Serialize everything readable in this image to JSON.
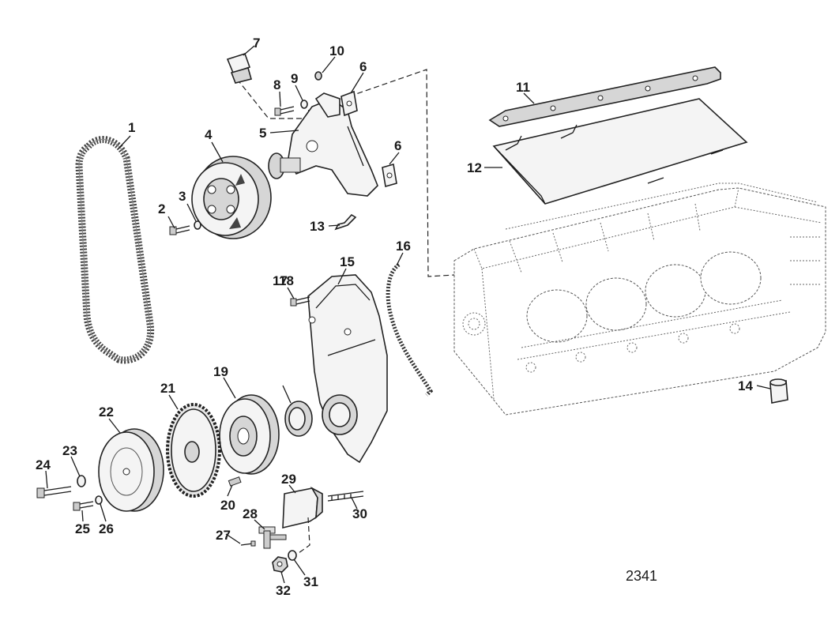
{
  "figure_number": "2341",
  "callouts": [
    {
      "n": "1"
    },
    {
      "n": "2"
    },
    {
      "n": "3"
    },
    {
      "n": "4"
    },
    {
      "n": "5"
    },
    {
      "n": "6"
    },
    {
      "n": "6"
    },
    {
      "n": "7"
    },
    {
      "n": "8"
    },
    {
      "n": "9"
    },
    {
      "n": "10"
    },
    {
      "n": "11"
    },
    {
      "n": "12"
    },
    {
      "n": "13"
    },
    {
      "n": "14"
    },
    {
      "n": "15"
    },
    {
      "n": "16"
    },
    {
      "n": "17"
    },
    {
      "n": "18"
    },
    {
      "n": "19"
    },
    {
      "n": "20"
    },
    {
      "n": "21"
    },
    {
      "n": "22"
    },
    {
      "n": "23"
    },
    {
      "n": "24"
    },
    {
      "n": "25"
    },
    {
      "n": "26"
    },
    {
      "n": "27"
    },
    {
      "n": "28"
    },
    {
      "n": "29"
    },
    {
      "n": "30"
    },
    {
      "n": "31"
    },
    {
      "n": "32"
    }
  ]
}
